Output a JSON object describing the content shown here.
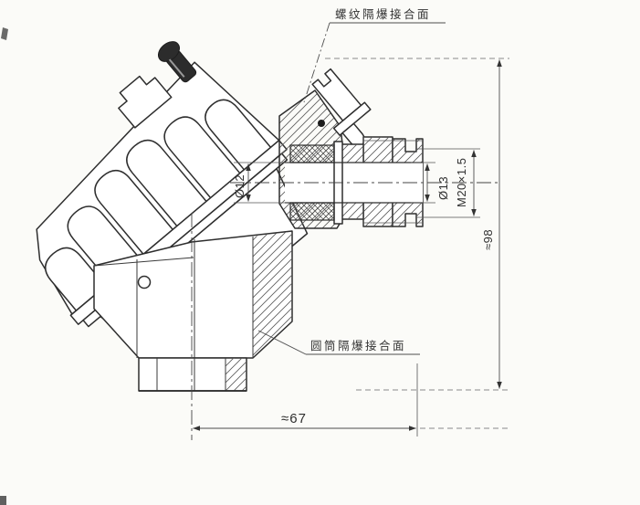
{
  "drawing": {
    "labels": {
      "top": "螺纹隔爆接合面",
      "bottom": "圆筒隔爆接合面"
    },
    "dims": {
      "d12": "Ø12",
      "d13": "Ø13",
      "thread": "M20×1.5",
      "height": "≈98",
      "width": "≈67"
    },
    "colors": {
      "paper": "#fbfbf8",
      "ink": "#2e2e2e",
      "dim_ink": "#4d4d4d"
    }
  }
}
